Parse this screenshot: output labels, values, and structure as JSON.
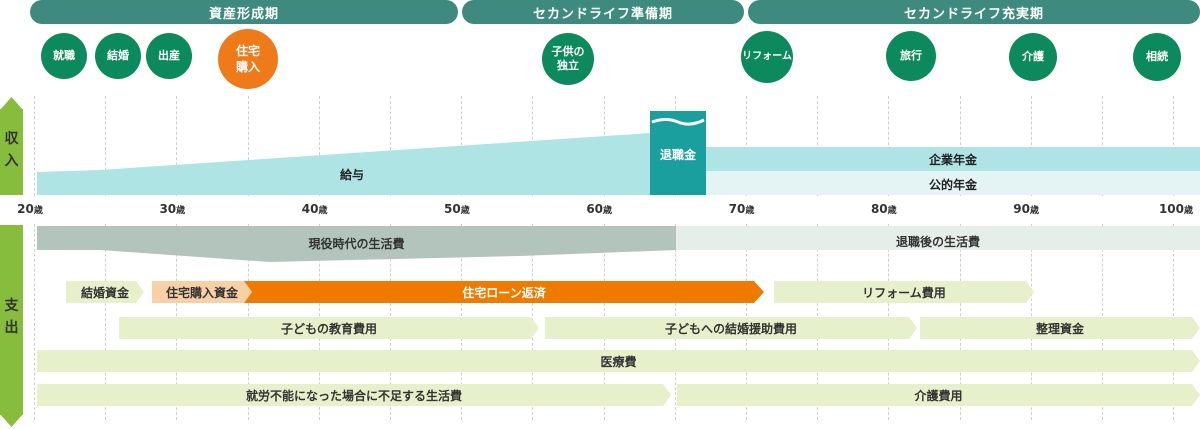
{
  "phases": [
    "資産形成期",
    "セカンドライフ準備期",
    "セカンドライフ充実期"
  ],
  "events": [
    {
      "label": "就職",
      "highlight": false
    },
    {
      "label": "結婚",
      "highlight": false
    },
    {
      "label": "出産",
      "highlight": false
    },
    {
      "label": "住宅\n購入",
      "highlight": true
    },
    {
      "label": "子供の\n独立",
      "highlight": false
    },
    {
      "label": "リフォーム",
      "highlight": false
    },
    {
      "label": "旅行",
      "highlight": false
    },
    {
      "label": "介護",
      "highlight": false
    },
    {
      "label": "相続",
      "highlight": false
    }
  ],
  "sections": {
    "income": "収\n入",
    "expense": "支\n出"
  },
  "ages": [
    {
      "num": "20",
      "unit": "歳"
    },
    {
      "num": "30",
      "unit": "歳"
    },
    {
      "num": "40",
      "unit": "歳"
    },
    {
      "num": "50",
      "unit": "歳"
    },
    {
      "num": "60",
      "unit": "歳"
    },
    {
      "num": "70",
      "unit": "歳"
    },
    {
      "num": "80",
      "unit": "歳"
    },
    {
      "num": "90",
      "unit": "歳"
    },
    {
      "num": "100",
      "unit": "歳"
    }
  ],
  "income": {
    "salary": "給与",
    "retirement": "退職金",
    "corporate_pension": "企業年金",
    "public_pension": "公的年金"
  },
  "expenses": {
    "living_working": "現役時代の生活費",
    "living_retired": "退職後の生活費",
    "wedding": "結婚資金",
    "house_purchase": "住宅購入資金",
    "mortgage": "住宅ローン返済",
    "reform": "リフォーム費用",
    "education": "子どもの教育費用",
    "child_wedding": "子どもへの結婚援助費用",
    "cleanup": "整理資金",
    "medical": "医療費",
    "disability": "就労不能になった場合に不足する生活費",
    "care": "介護費用"
  },
  "colors": {
    "phase": "#3e8a7e",
    "event": "#0d8a5d",
    "event_highlight": "#ee7a1a",
    "side_bar": "#87bd3d",
    "income": "#aee4e4",
    "retirement": "#1a9e9e",
    "pension_light": "#e4f4f4",
    "living_working": "#b2c4bc",
    "living_retired": "#e6eeea",
    "expense_light": "#e6f0ca",
    "mortgage": "#ee7a00",
    "house_purchase": "#f9cfa6"
  }
}
